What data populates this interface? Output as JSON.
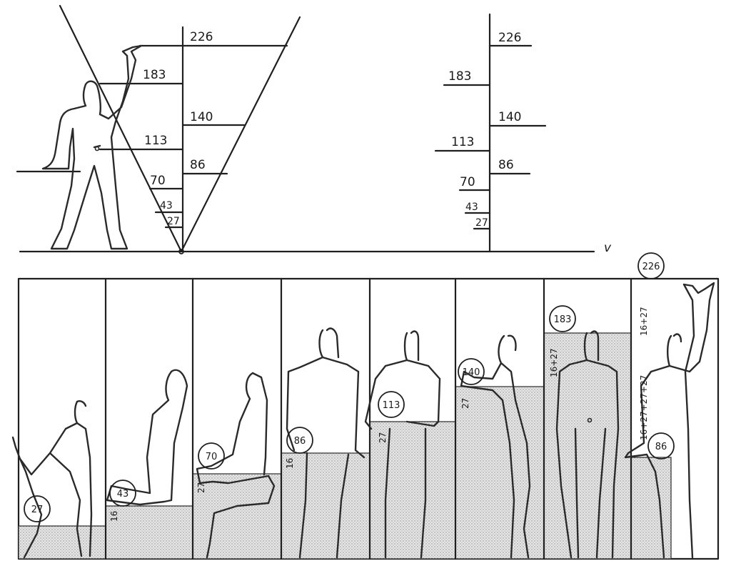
{
  "top_left_scale": {
    "labels": [
      "226",
      "183",
      "140",
      "113",
      "86",
      "70",
      "43",
      "27"
    ]
  },
  "top_right_scale": {
    "labels": [
      "226",
      "183",
      "140",
      "113",
      "86",
      "70",
      "43",
      "27"
    ],
    "axis_mark": "v"
  },
  "panels": [
    {
      "circle": "27",
      "side": ""
    },
    {
      "circle": "43",
      "side": "16"
    },
    {
      "circle": "70",
      "side": "27"
    },
    {
      "circle": "86",
      "side": "16"
    },
    {
      "circle": "113",
      "side": "27"
    },
    {
      "circle": "140",
      "side": "27"
    },
    {
      "circle": "183",
      "side": "16+27"
    },
    {
      "circle": "226",
      "side": "16+27",
      "side2": "16+27+27+27",
      "circle2": "86"
    }
  ]
}
